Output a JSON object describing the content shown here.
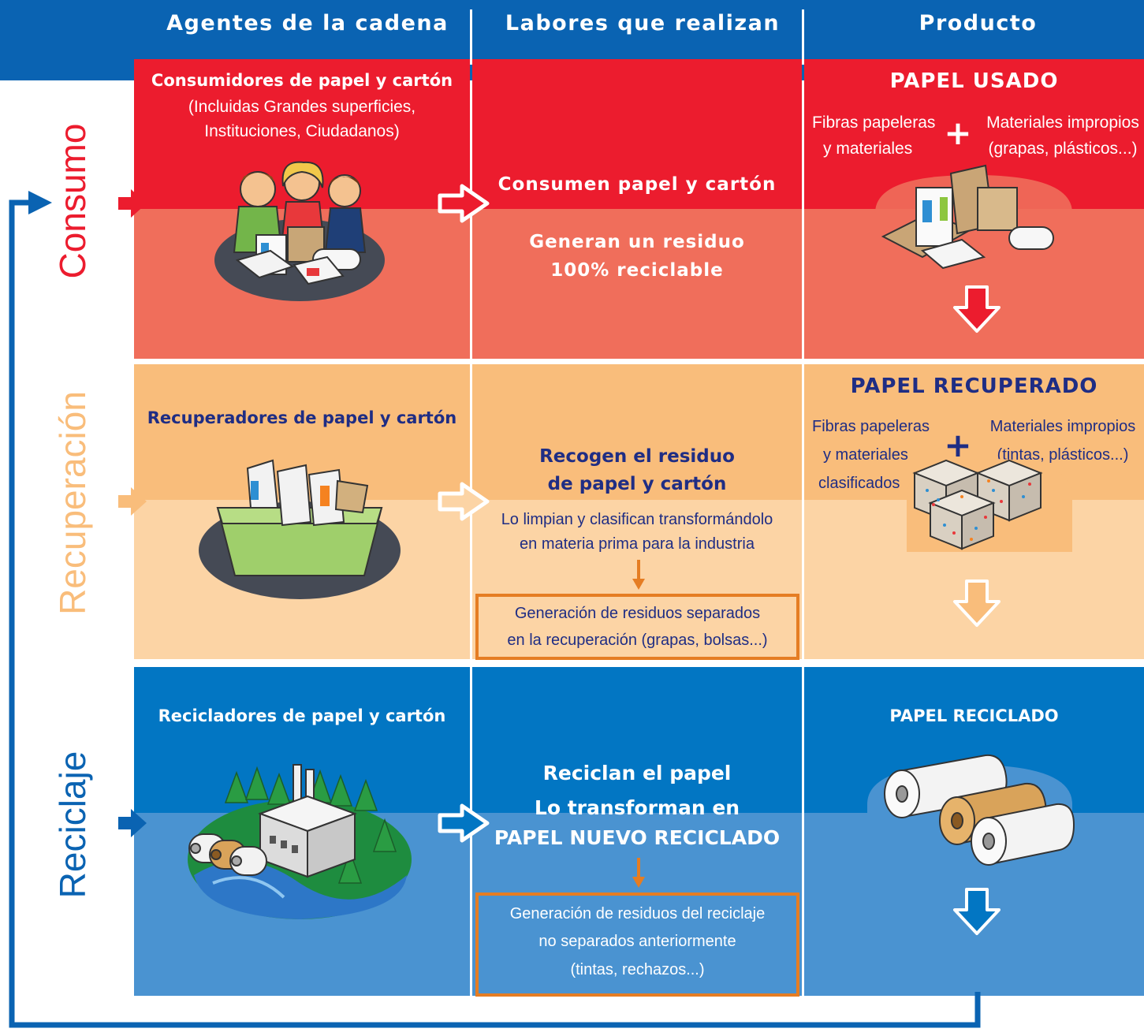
{
  "header": {
    "col1": "Agentes de la cadena",
    "col2": "Labores que realizan",
    "col3": "Producto"
  },
  "stages": {
    "consumo": "Consumo",
    "recuperacion": "Recuperación",
    "reciclaje": "Reciclaje"
  },
  "consumo": {
    "agent_title": "Consumidores de papel y cartón",
    "agent_sub_1": "(Incluidas Grandes superficies,",
    "agent_sub_2": "Instituciones, Ciudadanos)",
    "task_1": "Consumen papel y cartón",
    "task_2_line1": "Generan un residuo",
    "task_2_line2": "100% reciclable",
    "product_title": "PAPEL USADO",
    "product_left_1": "Fibras papeleras",
    "product_left_2": "y materiales",
    "product_right_1": "Materiales impropios",
    "product_right_2": "(grapas, plásticos...)"
  },
  "recuperacion": {
    "agent_title": "Recuperadores de papel y cartón",
    "task_title_1": "Recogen el residuo",
    "task_title_2": "de papel y cartón",
    "task_desc_1": "Lo limpian y clasifican transformándolo",
    "task_desc_2": "en materia prima para la industria",
    "waste_1": "Generación de residuos separados",
    "waste_2": "en la recuperación (grapas, bolsas...)",
    "product_title": "PAPEL RECUPERADO",
    "product_left_1": "Fibras papeleras",
    "product_left_2": "y materiales",
    "product_left_3": "clasificados",
    "product_right_1": "Materiales impropios",
    "product_right_2": "(tintas, plásticos...)"
  },
  "reciclaje": {
    "agent_title": "Recicladores de papel y cartón",
    "task_1": "Reciclan el papel",
    "task_2": "Lo transforman en",
    "task_3": "PAPEL NUEVO RECICLADO",
    "waste_1": "Generación de residuos del reciclaje",
    "waste_2": "no separados anteriormente",
    "waste_3": "(tintas, rechazos...)",
    "product_title": "PAPEL RECICLADO"
  },
  "colors": {
    "header_blue": "#0a63b2",
    "consumo_dark": "#ec1c2e",
    "consumo_light": "#f06e5b",
    "recuperacion_dark": "#f9bd7b",
    "recuperacion_light": "#fcd4a5",
    "reciclaje_dark": "#0276c3",
    "reciclaje_light": "#4a93d1",
    "title_navy": "#1f2d84",
    "waste_border": "#e57d23",
    "cycle_line": "#0a63b2"
  },
  "icons": {
    "consumo_agent": "people-shopping-icon",
    "consumo_product": "used-paper-icon",
    "recuperacion_agent": "recycling-container-icon",
    "recuperacion_product": "paper-bales-icon",
    "reciclaje_agent": "paper-mill-icon",
    "reciclaje_product": "paper-rolls-icon"
  }
}
